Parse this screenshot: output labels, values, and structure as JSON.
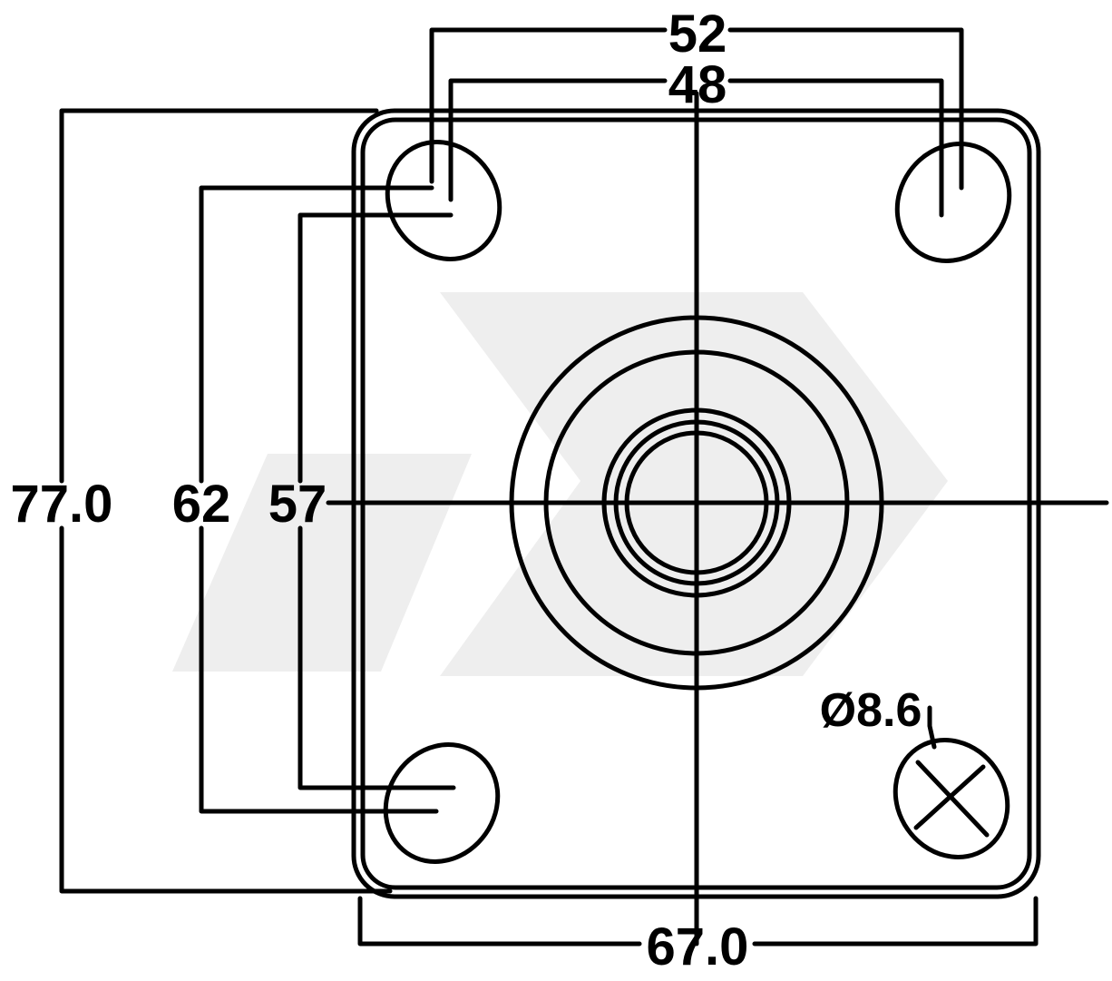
{
  "dimensions": {
    "top_outer": "52",
    "top_inner": "48",
    "left_outer": "77.0",
    "left_mid": "62",
    "left_inner": "57",
    "bottom": "67.0",
    "hole_diameter": "Ø8.6"
  },
  "colors": {
    "line": "#000000",
    "watermark": "#eeeeee",
    "background": "#ffffff"
  }
}
